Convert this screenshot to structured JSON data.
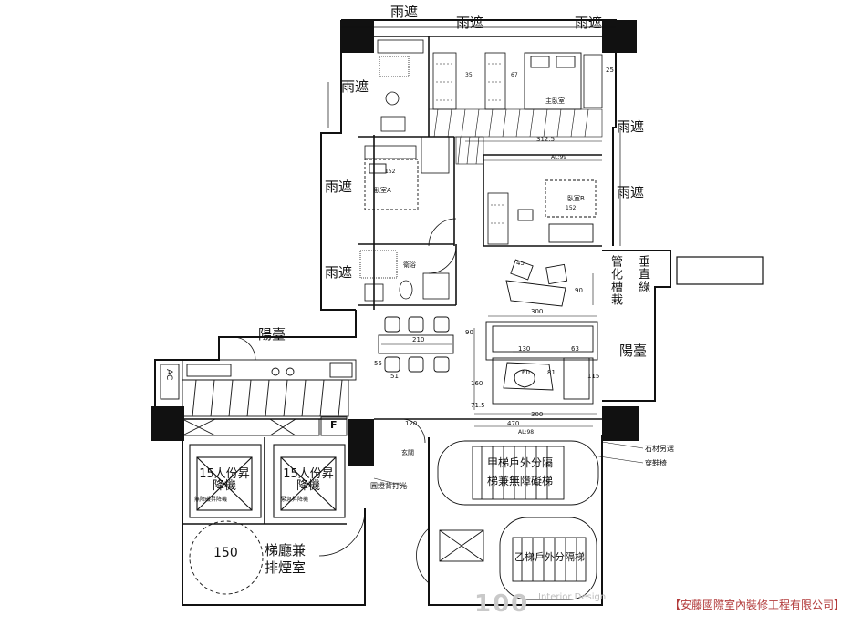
{
  "labels": {
    "rain_shelter": "雨遮",
    "master_bedroom": "主臥室",
    "bedroom_a": "臥室A",
    "bedroom_b": "臥室B",
    "bathroom": "衛浴",
    "balcony": "陽臺",
    "utility_shaft": "管化槽栽",
    "vertical_green": "垂直綠",
    "foyer": "玄關",
    "elevator_left": "15人份昇降機",
    "elevator_left_sub": "無障礙昇降機",
    "elevator_right": "15人份昇降機",
    "elevator_right_sub": "緊急昇降機",
    "lobby": "梯廳兼",
    "lobby_2": "排煙室",
    "stair_top": "甲梯戶外分隔",
    "stair_top_2": "梯兼無障礙梯",
    "stair_bottom": "乙梯戶外分隔梯",
    "stone_note": "石材另選",
    "shoe_bench": "穿鞋椅",
    "lighting_note": "圓燈背打光",
    "fridge_mark": "F",
    "ac_mark": "AC",
    "circle_150": "150"
  },
  "dimensions": {
    "d300_top": "300",
    "d90": "90",
    "d45": "45",
    "d210": "210",
    "d90b": "90",
    "d130": "130",
    "d63": "63",
    "d60": "60",
    "d81": "81",
    "d55": "55",
    "d51": "51",
    "d160": "160",
    "d115": "115",
    "d71_5": "71.5",
    "d120": "120",
    "d470": "470",
    "d300_bot": "300",
    "d312_5": "312.5",
    "d152_a": "152",
    "d152_b": "152",
    "d25": "25",
    "d67": "67",
    "d35": "35",
    "al_top": "AL:99",
    "al_bot": "AL:98"
  },
  "watermark": {
    "brand": "100",
    "sub": "Interior Design"
  },
  "credit": "【安藤國際室內裝修工程有限公司】"
}
